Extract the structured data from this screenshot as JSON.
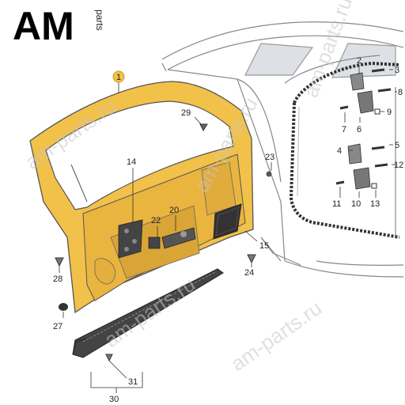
{
  "logo": {
    "brand": "AM",
    "sub": "parts",
    "color_a": "#1a1a1a",
    "color_m": "#1a1a1a",
    "accent": "#7a8aa6"
  },
  "watermark": "am-parts.ru",
  "colors": {
    "door_fill": "#f2c14a",
    "door_stroke": "#555555",
    "body_stroke": "#777777",
    "glass": "#d9dde3"
  },
  "callouts": {
    "c1": "1",
    "c2": "2",
    "c3": "3",
    "c4": "4",
    "c5": "5",
    "c6": "6",
    "c7": "7",
    "c8": "8",
    "c9": "9",
    "c10": "10",
    "c11": "11",
    "c12": "12",
    "c13": "13",
    "c14": "14",
    "c15": "15",
    "c20": "20",
    "c22": "22",
    "c23": "23",
    "c24": "24",
    "c27": "27",
    "c28": "28",
    "c29": "29",
    "c30": "30",
    "c31": "31"
  }
}
